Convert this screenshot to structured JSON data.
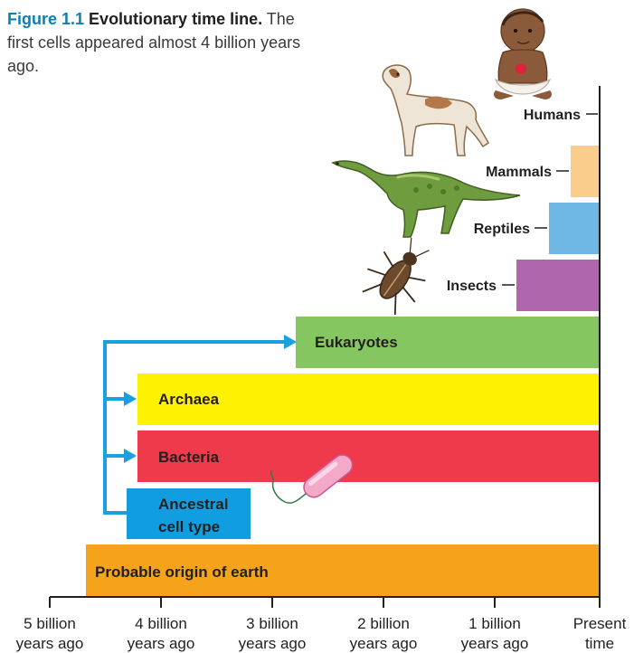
{
  "caption": {
    "label": "Figure 1.1",
    "title": "Evolutionary time line.",
    "text": "The first cells appeared almost 4 billion years ago."
  },
  "bars": [
    {
      "key": "earth",
      "label": "Probable origin of earth",
      "color": "#f5a31b"
    },
    {
      "key": "ancestral",
      "label_line1": "Ancestral",
      "label_line2": "cell type",
      "color": "#109ee0"
    },
    {
      "key": "bacteria",
      "label": "Bacteria",
      "color": "#ee3a4a"
    },
    {
      "key": "archaea",
      "label": "Archaea",
      "color": "#fff200"
    },
    {
      "key": "eukaryotes",
      "label": "Eukaryotes",
      "color": "#86c661"
    },
    {
      "key": "insects",
      "label": "Insects",
      "color": "#b066ac"
    },
    {
      "key": "reptiles",
      "label": "Reptiles",
      "color": "#6fb8e5"
    },
    {
      "key": "mammals",
      "label": "Mammals",
      "color": "#fbcd8c"
    },
    {
      "key": "humans",
      "label": "Humans"
    }
  ],
  "axis": {
    "ticks": [
      {
        "line1": "5 billion",
        "line2": "years ago"
      },
      {
        "line1": "4 billion",
        "line2": "years ago"
      },
      {
        "line1": "3 billion",
        "line2": "years ago"
      },
      {
        "line1": "2 billion",
        "line2": "years ago"
      },
      {
        "line1": "1 billion",
        "line2": "years ago"
      },
      {
        "line1": "Present",
        "line2": "time"
      }
    ]
  },
  "illustrations": [
    "human-baby-icon",
    "dog-icon",
    "dinosaur-icon",
    "insect-icon",
    "bacterium-icon"
  ],
  "colors": {
    "arrow": "#1a9fe0",
    "caption_accent": "#0a7fb8"
  }
}
